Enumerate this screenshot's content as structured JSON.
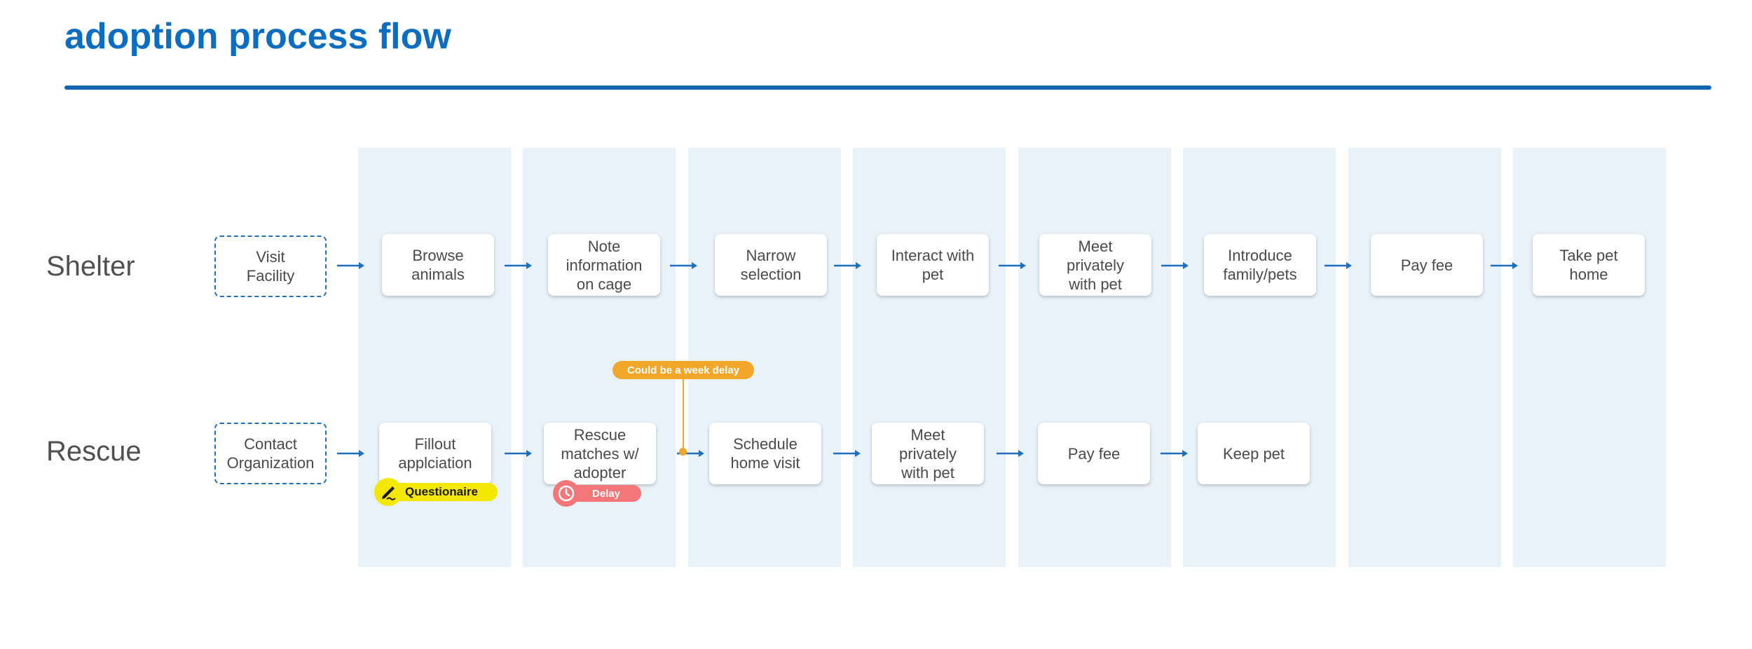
{
  "title": "adoption process flow",
  "rows": {
    "shelter": {
      "label": "Shelter",
      "steps": [
        "Visit\nFacility",
        "Browse\nanimals",
        "Note\ninformation\non cage",
        "Narrow\nselection",
        "Interact with\npet",
        "Meet\nprivately\nwith pet",
        "Introduce\nfamily/pets",
        "Pay fee",
        "Take pet\nhome"
      ]
    },
    "rescue": {
      "label": "Rescue",
      "steps": [
        "Contact\nOrganization",
        "Fillout\napplciation",
        "Rescue\nmatches w/\nadopter",
        "Schedule\nhome visit",
        "Meet\nprivately\nwith pet",
        "Pay fee",
        "Keep pet"
      ]
    }
  },
  "annotations": {
    "questionaire": {
      "label": "Questionaire",
      "icon": "pen-signature-icon",
      "color": "#f5e800"
    },
    "delay": {
      "label": "Delay",
      "icon": "clock-icon",
      "color": "#f47679"
    },
    "callout": {
      "label": "Could be a week delay",
      "color": "#f2a72a"
    }
  },
  "colors": {
    "accent": "#0d6ec1",
    "column_band": "#e9f1f9",
    "arrow": "#1f6fbf"
  }
}
